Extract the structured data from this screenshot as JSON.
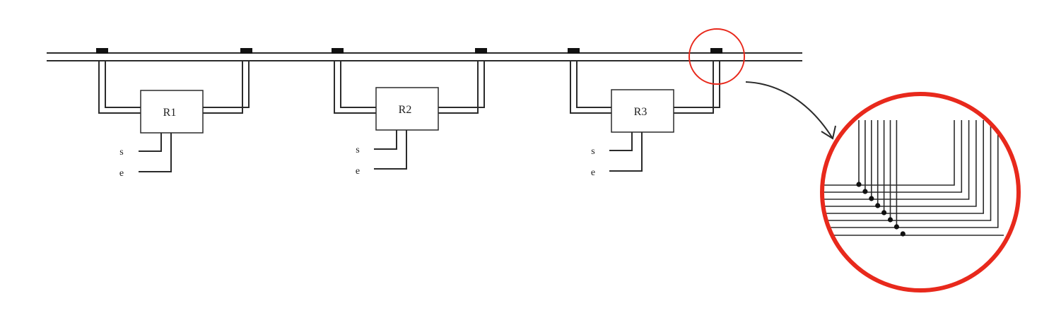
{
  "registers": [
    {
      "name": "R1",
      "signals": [
        "s",
        "e"
      ]
    },
    {
      "name": "R2",
      "signals": [
        "s",
        "e"
      ]
    },
    {
      "name": "R3",
      "signals": [
        "s",
        "e"
      ]
    }
  ],
  "colors": {
    "line": "#2b2b2b",
    "highlight": "#e8291c",
    "background": "#ffffff"
  },
  "zoom": {
    "vertical_lines_left_group": 7,
    "vertical_lines_right_group": 7,
    "junction_dots": 8
  }
}
